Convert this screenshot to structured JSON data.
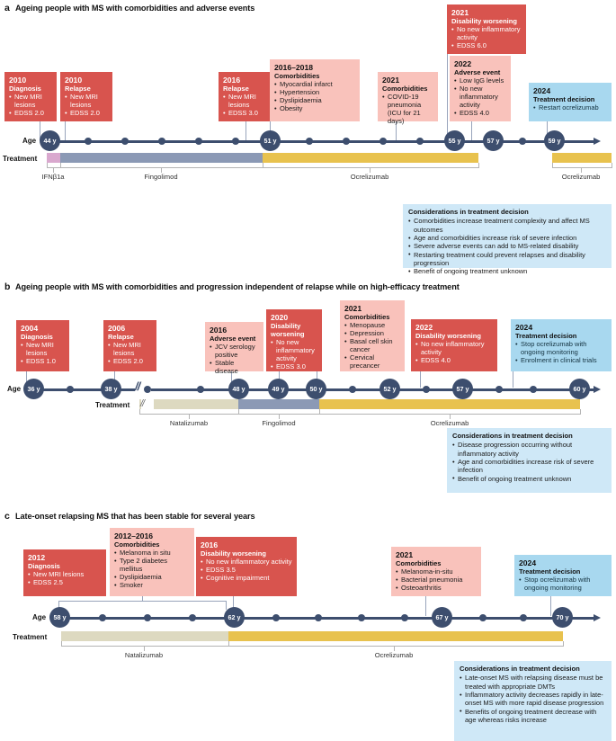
{
  "figure": {
    "axis_label": "Age",
    "treatment_label": "Treatment",
    "considerations_heading": "Considerations in treatment decision"
  },
  "colors": {
    "red": "#d8544e",
    "pink": "#f9c2bb",
    "blue": "#a8d8ef",
    "considerations_bg": "#cfe8f7",
    "axis": "#3d4e6e",
    "interferon": "#d9a8ce",
    "fingolimod": "#8b99b5",
    "ocrelizumab": "#e8c24e",
    "natalizumab": "#ddd9c0"
  },
  "panels": [
    {
      "letter": "a",
      "title": "Ageing people with MS with comorbidities and adverse events",
      "events": [
        {
          "year": "2010",
          "subtitle": "Diagnosis",
          "items": [
            "New MRI lesions",
            "EDSS 2.0"
          ],
          "style": "red"
        },
        {
          "year": "2010",
          "subtitle": "Relapse",
          "items": [
            "New MRI lesions",
            "EDSS 2.0"
          ],
          "style": "red"
        },
        {
          "year": "2016",
          "subtitle": "Relapse",
          "items": [
            "New MRI lesions",
            "EDSS 3.0"
          ],
          "style": "red"
        },
        {
          "year": "2016–2018",
          "subtitle": "Comorbidities",
          "items": [
            "Myocardial infarct",
            "Hypertension",
            "Dyslipidaemia",
            "Obesity"
          ],
          "style": "pink"
        },
        {
          "year": "2021",
          "subtitle": "Comorbidities",
          "items": [
            "COVID-19 pneumonia (ICU for 21 days)"
          ],
          "style": "pink"
        },
        {
          "year": "2021",
          "subtitle": "Disability worsening",
          "items": [
            "No new inflammatory activity",
            "EDSS 6.0"
          ],
          "style": "red"
        },
        {
          "year": "2022",
          "subtitle": "Adverse event",
          "items": [
            "Low IgG levels",
            "No new inflammatory activity",
            "EDSS 4.0"
          ],
          "style": "pink"
        },
        {
          "year": "2024",
          "subtitle": "Treatment decision",
          "items": [
            "Restart ocrelizumab"
          ],
          "style": "blue"
        }
      ],
      "ages": [
        "44 y",
        "51 y",
        "55 y",
        "57 y",
        "59 y"
      ],
      "treatments": [
        {
          "name": "IFNβ1a",
          "color": "interferon"
        },
        {
          "name": "Fingolimod",
          "color": "fingolimod"
        },
        {
          "name": "Ocrelizumab",
          "color": "ocrelizumab"
        },
        {
          "name": "Ocrelizumab",
          "color": "ocrelizumab"
        }
      ],
      "considerations": [
        "Comorbidities increase treatment complexity and affect MS outcomes",
        "Age and comorbidities increase risk of severe infection",
        "Severe adverse events can add to MS-related disability",
        "Restarting treatment could prevent relapses and disability progression",
        "Benefit of ongoing treatment unknown"
      ]
    },
    {
      "letter": "b",
      "title": "Ageing people with MS with comorbidities and progression independent of relapse while on high-efficacy treatment",
      "events": [
        {
          "year": "2004",
          "subtitle": "Diagnosis",
          "items": [
            "New MRI lesions",
            "EDSS 1.0"
          ],
          "style": "red"
        },
        {
          "year": "2006",
          "subtitle": "Relapse",
          "items": [
            "New MRI lesions",
            "EDSS 2.0"
          ],
          "style": "red"
        },
        {
          "year": "2016",
          "subtitle": "Adverse event",
          "items": [
            "JCV serology positive",
            "Stable disease"
          ],
          "style": "pink"
        },
        {
          "year": "2020",
          "subtitle": "Disability worsening",
          "items": [
            "No new inflammatory activity",
            "EDSS 3.0"
          ],
          "style": "red"
        },
        {
          "year": "2021",
          "subtitle": "Comorbidities",
          "items": [
            "Menopause",
            "Depression",
            "Basal cell skin cancer",
            "Cervical precancer"
          ],
          "style": "pink"
        },
        {
          "year": "2022",
          "subtitle": "Disability worsening",
          "items": [
            "No new inflammatory activity",
            "EDSS 4.0"
          ],
          "style": "red"
        },
        {
          "year": "2024",
          "subtitle": "Treatment decision",
          "items": [
            "Stop ocrelizumab with ongoing monitoring",
            "Enrolment in clinical trials"
          ],
          "style": "blue"
        }
      ],
      "ages": [
        "36 y",
        "38 y",
        "48 y",
        "49 y",
        "50 y",
        "52 y",
        "57 y",
        "60 y"
      ],
      "treatments": [
        {
          "name": "Natalizumab",
          "color": "natalizumab"
        },
        {
          "name": "Fingolimod",
          "color": "fingolimod"
        },
        {
          "name": "Ocrelizumab",
          "color": "ocrelizumab"
        }
      ],
      "considerations": [
        "Disease progression occurring without inflammatory activity",
        "Age and comorbidities increase risk of severe infection",
        "Benefit of ongoing treatment unknown"
      ]
    },
    {
      "letter": "c",
      "title": "Late-onset relapsing MS that has been stable for several years",
      "events": [
        {
          "year": "2012",
          "subtitle": "Diagnosis",
          "items": [
            "New MRI lesions",
            "EDSS 2.5"
          ],
          "style": "red"
        },
        {
          "year": "2012–2016",
          "subtitle": "Comorbidities",
          "items": [
            "Melanoma in situ",
            "Type 2 diabetes mellitus",
            "Dyslipidaemia",
            "Smoker"
          ],
          "style": "pink"
        },
        {
          "year": "2016",
          "subtitle": "Disability worsening",
          "items": [
            "No new inflammatory activity",
            "EDSS 3.5",
            "Cognitive impairment"
          ],
          "style": "red"
        },
        {
          "year": "2021",
          "subtitle": "Comorbidities",
          "items": [
            "Melanoma-in-situ",
            "Bacterial pneumonia",
            "Osteoarthritis"
          ],
          "style": "pink"
        },
        {
          "year": "2024",
          "subtitle": "Treatment decision",
          "items": [
            "Stop ocrelizumab with ongoing monitoring"
          ],
          "style": "blue"
        }
      ],
      "ages": [
        "58 y",
        "62 y",
        "67 y",
        "70 y"
      ],
      "treatments": [
        {
          "name": "Natalizumab",
          "color": "natalizumab"
        },
        {
          "name": "Ocrelizumab",
          "color": "ocrelizumab"
        }
      ],
      "considerations": [
        "Late-onset MS with relapsing disease must be treated with appropriate DMTs",
        "Inflammatory activity decreases rapidly in late-onset MS with more rapid disease progression",
        "Benefits of ongoing treatment decrease with age whereas risks increase"
      ]
    }
  ]
}
